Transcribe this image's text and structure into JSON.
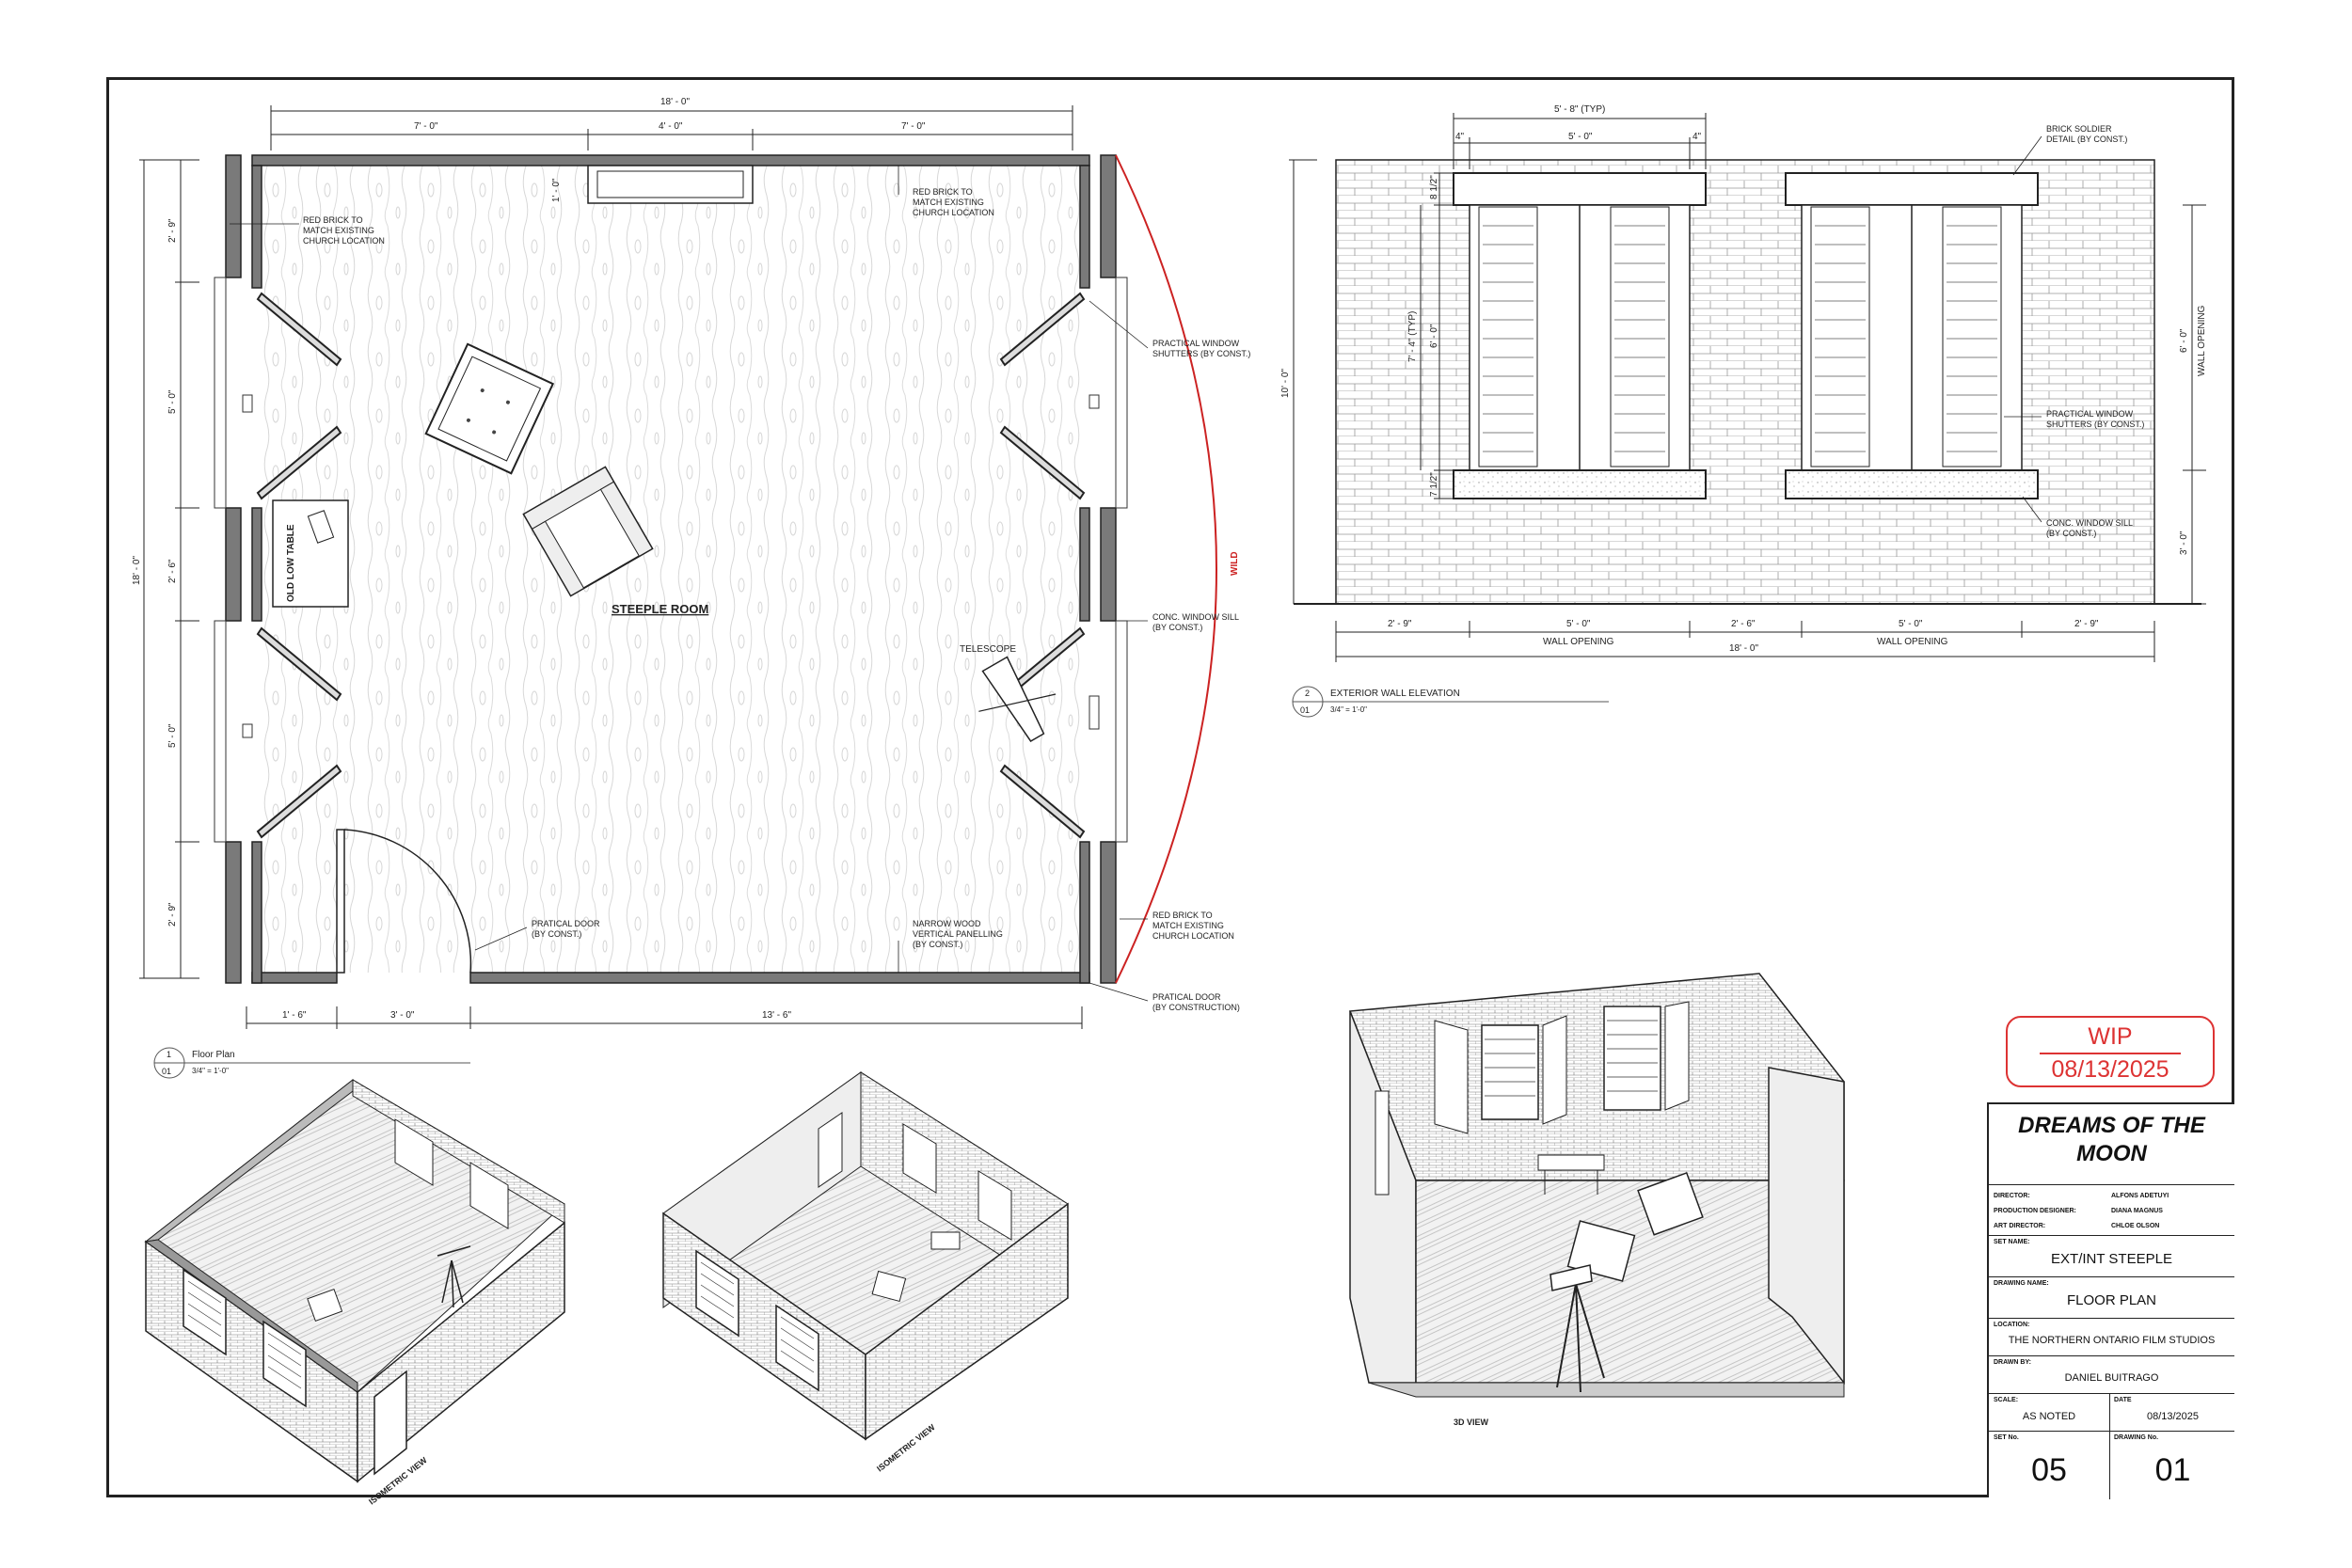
{
  "floor_plan": {
    "room_label": "STEEPLE ROOM",
    "dims_top": {
      "overall": "18' - 0\"",
      "left": "7' - 0\"",
      "center": "4' - 0\"",
      "right": "7' - 0\""
    },
    "dims_left": {
      "overall": "18' - 0\"",
      "seg1": "2' - 9\"",
      "seg2": "5' - 0\"",
      "seg3": "2' - 6\"",
      "seg4": "5' - 0\"",
      "seg5": "2' - 9\""
    },
    "dims_bottom": {
      "seg1": "1' - 6\"",
      "seg2": "3' - 0\"",
      "seg3": "13' - 6\""
    },
    "dim_niche": "1' - 0\"",
    "notes": {
      "red_brick_left": [
        "RED BRICK TO",
        "MATCH EXISTING",
        "CHURCH LOCATION"
      ],
      "red_brick_top": [
        "RED BRICK TO",
        "MATCH EXISTING",
        "CHURCH LOCATION"
      ],
      "practical_window": [
        "PRACTICAL WINDOW",
        "SHUTTERS (BY CONST.)"
      ],
      "conc_sill": [
        "CONC. WINDOW SILL",
        "(BY CONST.)"
      ],
      "red_brick_right": [
        "RED BRICK TO",
        "MATCH EXISTING",
        "CHURCH LOCATION"
      ],
      "practical_door_right": [
        "PRATICAL DOOR",
        "(BY CONSTRUCTION)"
      ],
      "pratical_door": [
        "PRATICAL DOOR",
        "(BY CONST.)"
      ],
      "narrow_wood": [
        "NARROW WOOD",
        "VERTICAL PANELLING",
        "(BY CONST.)"
      ]
    },
    "old_low_table": "OLD LOW TABLE",
    "telescope": "TELESCOPE",
    "wild": "WILD",
    "tag": {
      "number": "1",
      "sheet": "01",
      "title": "Floor Plan",
      "scale": "3/4\" = 1'-0\""
    }
  },
  "elevation": {
    "dims_top": {
      "typ": "5' - 8\" (TYP)",
      "left4": "4\"",
      "center": "5' - 0\"",
      "right4": "4\""
    },
    "dims_left": {
      "overall": "10' - 0\"",
      "head": "8 1/2\"",
      "typ": "7' - 4\" (TYP)",
      "win": "6' - 0\"",
      "sill": "7 1/2\""
    },
    "dims_right": {
      "opening": "6' - 0\"",
      "opening_label": "WALL OPENING",
      "base": "3' - 0\""
    },
    "dims_bottom": {
      "s1": "2' - 9\"",
      "s2": "5' - 0\"",
      "s3": "2' - 6\"",
      "s4": "5' - 0\"",
      "s5": "2' - 9\"",
      "overall": "18' - 0\"",
      "wo1": "WALL OPENING",
      "wo2": "WALL OPENING"
    },
    "notes": {
      "soldier": [
        "BRICK SOLDIER",
        "DETAIL (BY CONST.)"
      ],
      "shutters": [
        "PRACTICAL WINDOW",
        "SHUTTERS (BY CONST.)"
      ],
      "sill": [
        "CONC. WINDOW SILL",
        "(BY CONST.)"
      ]
    },
    "tag": {
      "number": "2",
      "sheet": "01",
      "title": "EXTERIOR WALL ELEVATION",
      "scale": "3/4\" = 1'-0\""
    }
  },
  "views": {
    "iso1": "ISOMETRIC VIEW",
    "iso2": "ISOMETRIC VIEW",
    "view3d": "3D VIEW"
  },
  "wip": {
    "label": "WIP",
    "date": "08/13/2025"
  },
  "title_block": {
    "project": "DREAMS OF THE MOON",
    "credits": [
      {
        "role": "DIRECTOR:",
        "name": "ALFONS ADETUYI"
      },
      {
        "role": "PRODUCTION DESIGNER:",
        "name": "DIANA MAGNUS"
      },
      {
        "role": "ART DIRECTOR:",
        "name": "CHLOE OLSON"
      }
    ],
    "set_name_label": "SET NAME:",
    "set_name": "EXT/INT STEEPLE",
    "drawing_name_label": "DRAWING NAME:",
    "drawing_name": "FLOOR PLAN",
    "location_label": "LOCATION:",
    "location": "THE NORTHERN ONTARIO FILM STUDIOS",
    "drawn_by_label": "DRAWN BY:",
    "drawn_by": "DANIEL BUITRAGO",
    "scale_label": "SCALE:",
    "scale": "AS NOTED",
    "date_label": "DATE",
    "date": "08/13/2025",
    "set_no_label": "SET No.",
    "set_no": "05",
    "drawing_no_label": "DRAWING No.",
    "drawing_no": "01"
  }
}
